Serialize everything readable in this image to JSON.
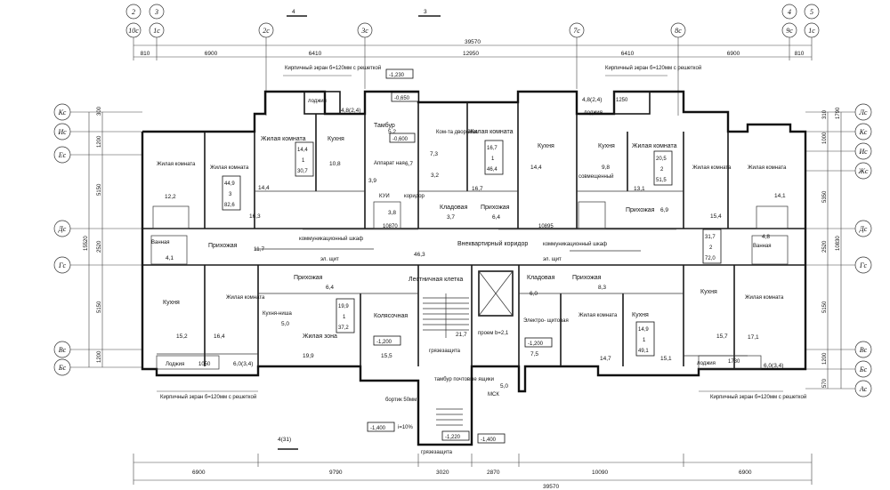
{
  "axes": {
    "top": [
      {
        "id": "2",
        "label": "2",
        "sub": "10с"
      },
      {
        "id": "3",
        "label": "3",
        "sub": "1с"
      },
      {
        "id": "2c",
        "label": "2с"
      },
      {
        "id": "3c",
        "label": "3с"
      },
      {
        "id": "7c",
        "label": "7с"
      },
      {
        "id": "8c",
        "label": "8с"
      },
      {
        "id": "4",
        "label": "4",
        "sub": "9с"
      },
      {
        "id": "5",
        "label": "5",
        "sub": "1с"
      }
    ],
    "left": [
      "Кс",
      "Ис",
      "Ес",
      "Дс",
      "Гс",
      "Вс",
      "Бс"
    ],
    "right": [
      "Лс",
      "Кс",
      "Ис",
      "Жс",
      "Дс",
      "Гс",
      "Вс",
      "Бс",
      "Ас"
    ]
  },
  "dims": {
    "top_total": "39570",
    "top_segments": [
      "810",
      "6900",
      "6410",
      "12950",
      "6410",
      "6900",
      "810"
    ],
    "bottom_segments": [
      "6900",
      "9790",
      "3020",
      "2870",
      "10090",
      "6900"
    ],
    "bottom_total": "39570",
    "left_segments": [
      "300",
      "1200",
      "5150",
      "2520",
      "5150",
      "1200"
    ],
    "left_total": "15520",
    "right_segments": [
      "310",
      "1790",
      "1000",
      "5350",
      "10830",
      "2520",
      "5150",
      "1200",
      "570"
    ],
    "center_dims": [
      "10870",
      "10895"
    ]
  },
  "section_marks": [
    "4",
    "3",
    "4(31)"
  ],
  "levels": [
    "-1,230",
    "-0,650",
    "-0,600",
    "-1,200",
    "-1,400",
    "-1,220",
    "-1,200",
    "-1,400"
  ],
  "rooms": {
    "z1": "Жилая комната",
    "z2": "Жилая комната",
    "kitchen1": "Кухня",
    "kitchen1_area": "10,8",
    "z1_area": "14,4",
    "tambur": "Тамбур",
    "tambur_area": "5,2",
    "komnata_dvor": "Ком-та дворника",
    "apparat": "Аппарат ная",
    "apparat_area": "3,9",
    "area_67": "6,7",
    "koridor1": "коридор",
    "kui": "КУИ",
    "ui_area": "3,8",
    "area_73": "7,3",
    "area_32": "3,2",
    "zhk_top_c": "Жилая комната",
    "zhk_top_c_area": "16,7",
    "kitchen_c": "Кухня",
    "kitchen_c_area": "14,4",
    "kladovaya1": "Кладовая",
    "kladovaya1_area": "3,7",
    "prihozh_c": "Прихожая",
    "prihozh_c_area": "6,4",
    "kitchen_r": "Кухня",
    "kitchen_r_area": "9,8",
    "sovm_r": "совмещенный",
    "zhk_r1": "Жилая комната",
    "zhk_r1_area": "13,1",
    "zhk_r2": "Жилая комната",
    "zhk_r2_area": "15,4",
    "zhk_r3": "Жилая комната",
    "zhk_r3_area": "14,1",
    "prihozh_r": "Прихожая",
    "prihozh_r_area": "6,9",
    "vannaya_r": "Ванная",
    "vannaya_r_area": "4,8",
    "zhk_l1": "Жилая комната",
    "zhk_l1_area": "12,2",
    "zhk_l2": "Жилая комната",
    "zhk_l2_area": "16,3",
    "vannaya_l": "Ванная",
    "vannaya_l_area": "4,1",
    "prihozh_l": "Прихожая",
    "prihozh_l_area": "11,7",
    "kitchen_l": "Кухня",
    "kitchen_l_area": "15,2",
    "zhk_l3": "Жилая комната",
    "zhk_l3_area": "16,4",
    "loggia_l": "Лоджия",
    "loggia_l_area": "6,0(3,4)",
    "loggia_l_dim": "1050",
    "komm_shkaf_l": "коммуникационный шкаф",
    "el_shchit_l": "эл. щит",
    "prihozh_ml": "Прихожая",
    "prihozh_ml_area": "6,4",
    "kitchen_nisha": "Кухня-ниша",
    "kitchen_nisha_area": "5,0",
    "zhil_zona": "Жилая зона",
    "zhil_zona_area": "19,9",
    "kolyasochnaya": "Колясочная",
    "kolyasochnaya_area": "15,5",
    "lestn_kletka": "Лестничная клетка",
    "lestn_area": "21,7",
    "vnekv_koridor": "Внеквартирный коридор",
    "vnekv_area": "46,3",
    "komm_shkaf_r": "коммуникационный шкаф",
    "el_shchit_r": "эл. щит",
    "kladovaya2": "Кладовая",
    "kladovaya2_area": "6,0",
    "prihozh_mr": "Прихожая",
    "prihozh_mr_area": "8,3",
    "elektroshchit": "Электро- щитовая",
    "elektroshchit_area": "7,5",
    "zhk_mr": "Жилая комната",
    "zhk_mr_area": "14,7",
    "kitchen_mr": "Кухня",
    "kitchen_mr_area": "15,1",
    "kitchen_rr": "Кухня",
    "kitchen_rr_area": "15,7",
    "zhk_rr": "Жилая комната",
    "zhk_rr_area": "17,1",
    "loggia_r": "лоджия",
    "loggia_r_area": "6,0(3,4)",
    "loggia_r_dim": "1730",
    "loggia_top_l": "лоджия",
    "loggia_top_l_area": "4,8(2,4)",
    "loggia_top_r": "лоджия",
    "loggia_top_r_area": "4,8(2,4)",
    "loggia_top_dim": "1250",
    "gryazezashchita": "грязезащита",
    "tambur_pocht": "тамбур почтовые ящики",
    "msk": "МСК",
    "msk_area": "5,0",
    "bortik": "бортик 50мм",
    "slope": "i=10%",
    "gryazezashchita_b": "грязезащита",
    "proem": "проем b=2,1"
  },
  "notes": {
    "screen_top_l": "Кирпичный экран б=120мм с решеткой",
    "screen_top_r": "Кирпичный экран б=120мм с решеткой",
    "screen_bot_l": "Кирпичный экран б=120мм с решеткой",
    "screen_bot_r": "Кирпичный экран б=120мм с решеткой"
  },
  "apt_tags": [
    {
      "id": "t1",
      "lines": [
        "14,4",
        "1",
        "30,7"
      ]
    },
    {
      "id": "t2",
      "lines": [
        "16,7",
        "1",
        "46,4"
      ]
    },
    {
      "id": "t3",
      "lines": [
        "20,5",
        "2",
        "51,5"
      ]
    },
    {
      "id": "t4",
      "lines": [
        "44,9",
        "3",
        "82,6"
      ]
    },
    {
      "id": "t5",
      "lines": [
        "31,7",
        "2",
        "72,0"
      ]
    },
    {
      "id": "t6",
      "lines": [
        "19,9",
        "1",
        "37,2"
      ]
    },
    {
      "id": "t7",
      "lines": [
        "14,9",
        "1",
        "49,1"
      ]
    }
  ]
}
